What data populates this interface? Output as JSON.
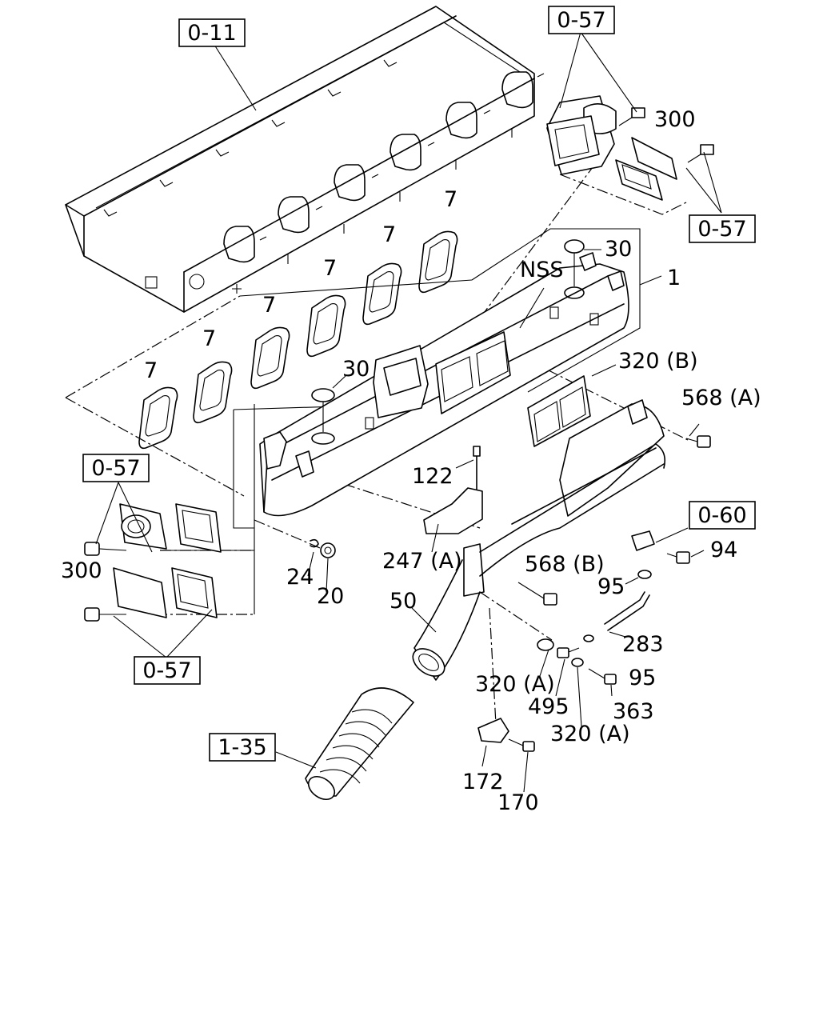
{
  "boxed_refs": {
    "cylinder_head": "0-11",
    "top_egr_cover": "0-57",
    "right_egr_cover": "0-57",
    "left_egr_cover_top": "0-57",
    "left_egr_cover_bottom": "0-57",
    "sensor_ref": "0-60",
    "hose_ref": "1-35"
  },
  "callouts": {
    "p300_top": "300",
    "p30_top": "30",
    "p1": "1",
    "nss": "NSS",
    "p30_mid": "30",
    "p320b": "320 (B)",
    "p568a": "568 (A)",
    "p122": "122",
    "p7_a": "7",
    "p7_b": "7",
    "p7_c": "7",
    "p7_d": "7",
    "p7_e": "7",
    "p7_f": "7",
    "p300_left": "300",
    "p24": "24",
    "p20": "20",
    "p247a": "247 (A)",
    "p568b": "568 (B)",
    "p94": "94",
    "p95_a": "95",
    "p50": "50",
    "p283": "283",
    "p95_b": "95",
    "p320a_1": "320 (A)",
    "p495": "495",
    "p363": "363",
    "p320a_2": "320 (A)",
    "p172": "172",
    "p170": "170"
  }
}
